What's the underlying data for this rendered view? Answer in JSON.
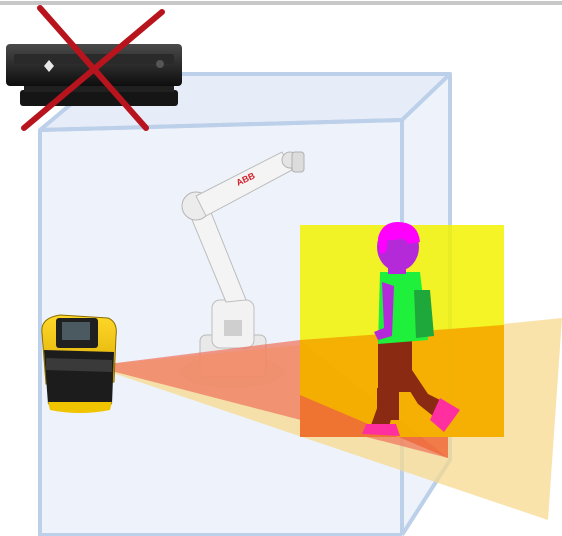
{
  "diagram": {
    "robot_brand": "ABB",
    "components": [
      {
        "id": "depth-camera",
        "icon": "xbox-kinect-icon",
        "status": "disabled"
      },
      {
        "id": "robot-arm",
        "icon": "industrial-robot-icon"
      },
      {
        "id": "laser-scanner",
        "icon": "safety-laser-scanner-icon"
      },
      {
        "id": "human",
        "icon": "walking-person-icon"
      },
      {
        "id": "workcell",
        "icon": "transparent-box-icon"
      }
    ],
    "colors": {
      "box_face": "#eef3fb",
      "box_edge": "#bcd0ea",
      "disabled_cross": "#b8141e",
      "scan_fan_outer": "#f7d98f",
      "scan_fan_inner": "#f0705a",
      "detection_zone": "#f2f200",
      "scanner_yellow": "#f1c400",
      "person_shirt": "#1ef03c",
      "person_head": "#b42ad8",
      "person_hair": "#ff00ff",
      "person_pants": "#8b2a12",
      "person_shoes": "#ff2fa0"
    }
  }
}
